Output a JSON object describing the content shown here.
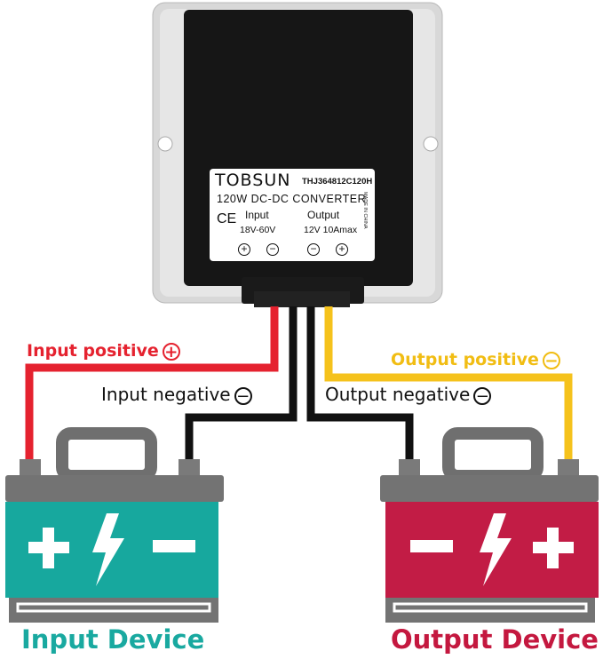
{
  "converter": {
    "brand": "TOBSUN",
    "model": "THJ364812C120H",
    "title": "120W DC-DC CONVERTER",
    "input_label": "Input",
    "input_range": "18V-60V",
    "output_label": "Output",
    "output_range": "12V 10Amax",
    "ce_mark": "CE",
    "made_in": "MADE IN CHINA",
    "terminal_symbols": [
      "+",
      "−",
      "−",
      "+"
    ]
  },
  "wires": {
    "input_positive": "Input positive",
    "input_negative": "Input negative",
    "output_positive": "Output positive",
    "output_negative": "Output negative",
    "plus_symbol": "+",
    "minus_symbol": "−"
  },
  "devices": {
    "input_device": "Input Device",
    "output_device": "Output Device"
  },
  "colors": {
    "red_wire": "#e5222f",
    "yellow_wire": "#f5c21c",
    "black_wire": "#111111",
    "input_battery": "#17a89e",
    "output_battery": "#c21c45",
    "input_label_color": "#19a9a0",
    "output_label_color": "#c4183f"
  }
}
